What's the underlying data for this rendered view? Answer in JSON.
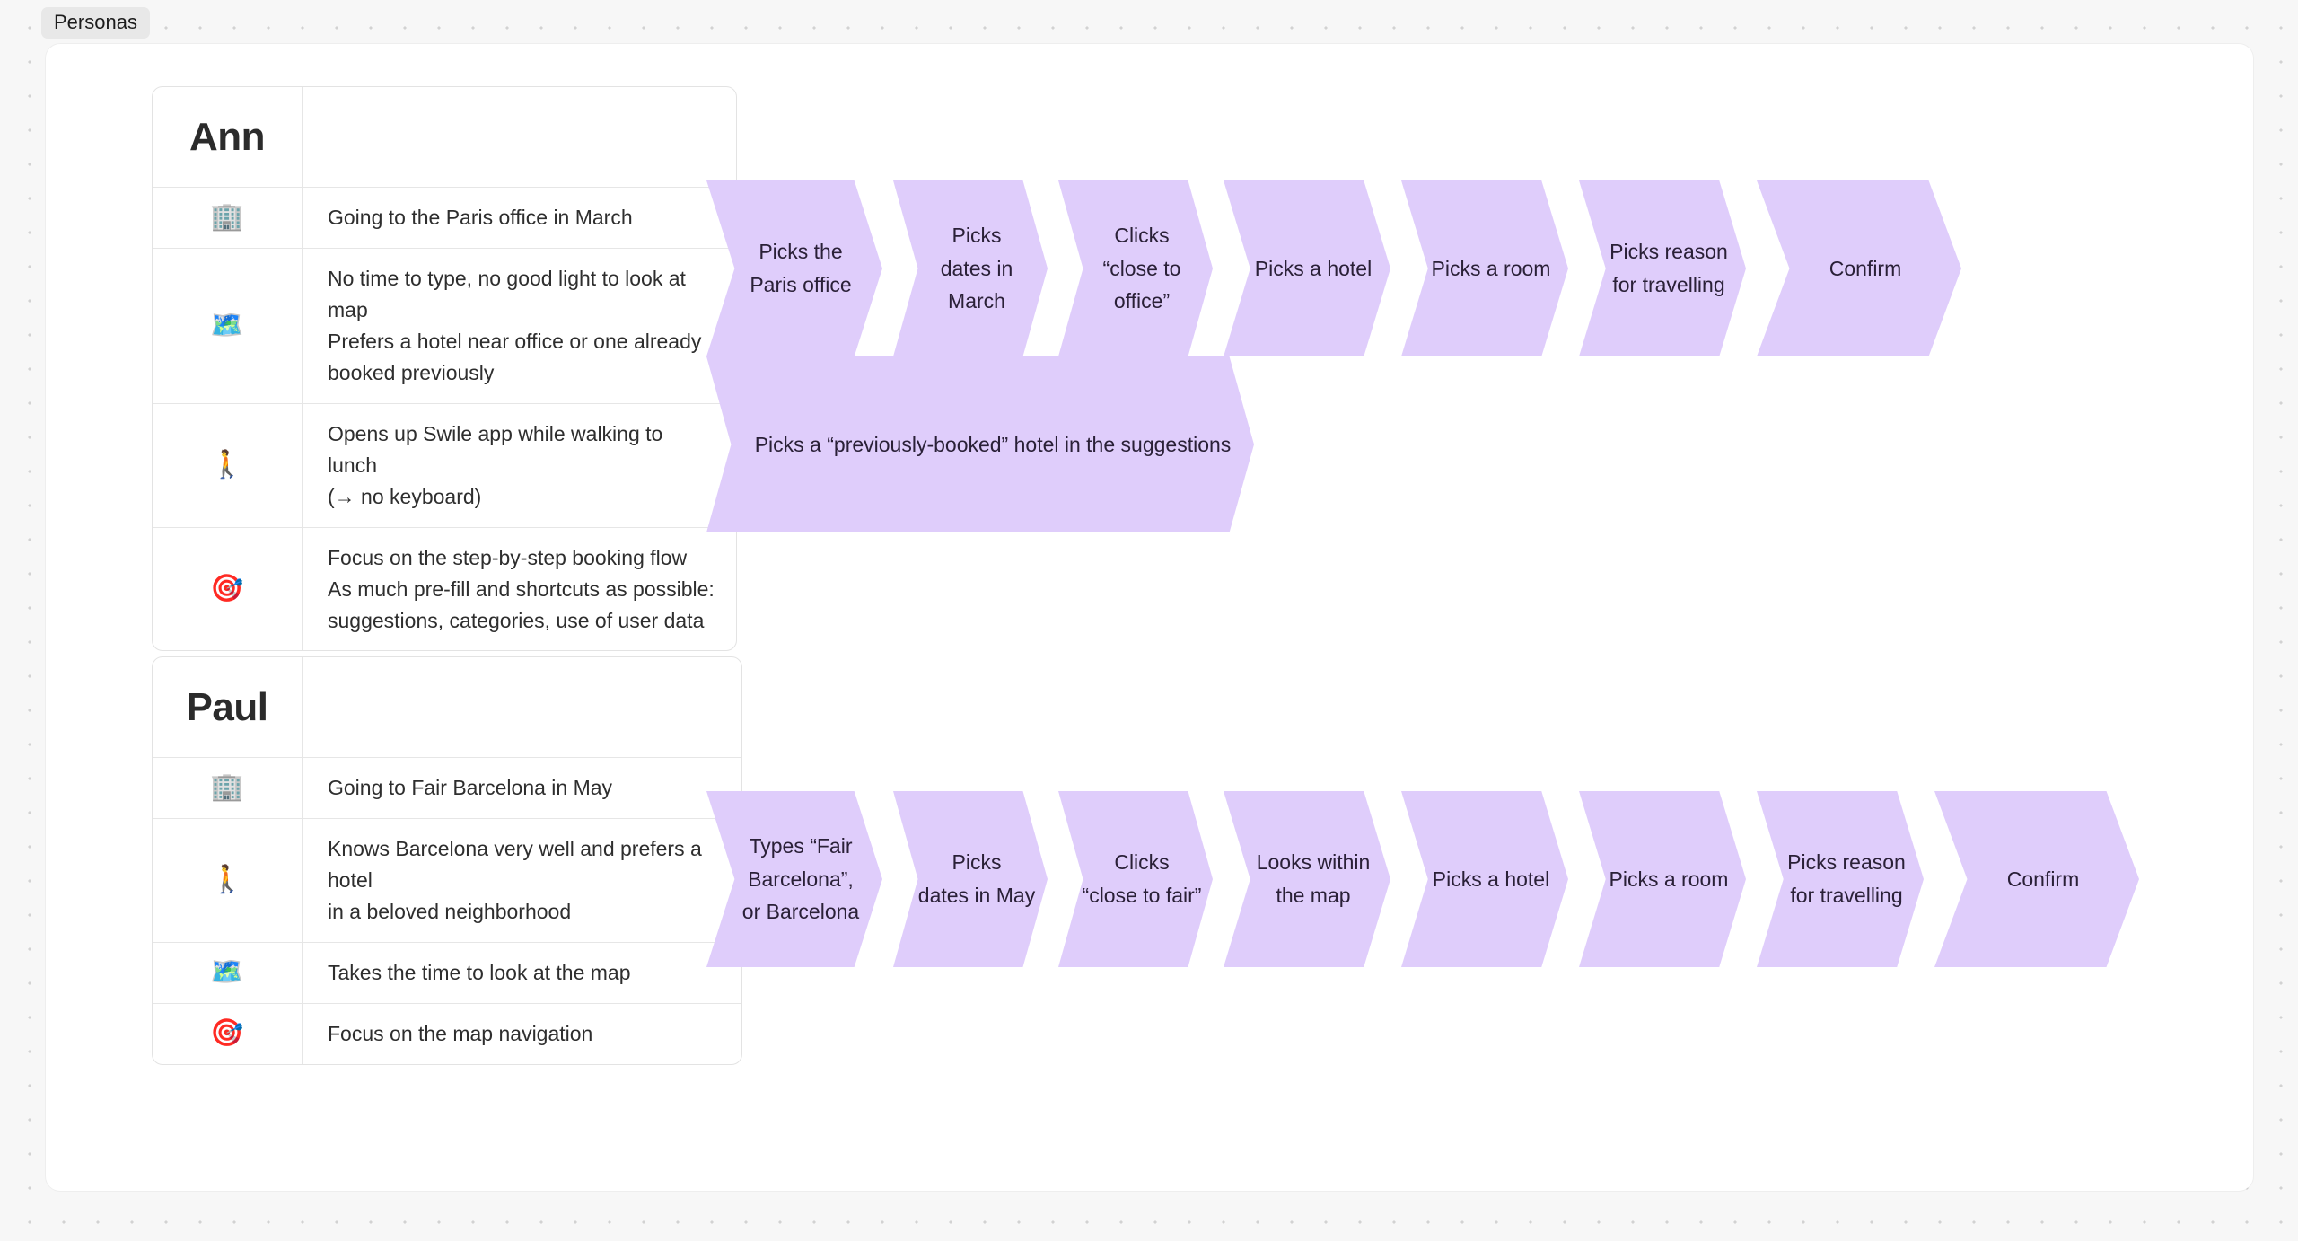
{
  "canvas": {
    "frame_tab_label": "Personas",
    "background_color": "#f7f7f7",
    "frame_color": "#ffffff",
    "chevron_color": "#DFCDFB",
    "chevron_text_color": "#2a2037"
  },
  "personas": [
    {
      "name": "Ann",
      "rows": [
        {
          "icon": "office-building-emoji",
          "glyph": "🏢",
          "text": "Going to the Paris office in March"
        },
        {
          "icon": "world-map-emoji",
          "glyph": "🗺️",
          "text": "No time to type, no good light to look at map\nPrefers a hotel near office or one already\nbooked previously"
        },
        {
          "icon": "person-walking-emoji",
          "glyph": "🚶",
          "text": "Opens up Swile app while walking to lunch\n(→ no keyboard)"
        },
        {
          "icon": "direct-hit-target-emoji",
          "glyph": "🎯",
          "text": "Focus on the step-by-step booking flow\nAs much pre-fill and shortcuts as possible:\nsuggestions, categories, use of user data"
        }
      ],
      "flows": [
        {
          "id": "ann-main-flow",
          "steps": [
            {
              "label": "Picks the\nParis office",
              "width": "w-wide"
            },
            {
              "label": "Picks\ndates in\nMarch",
              "width": "w-narrow"
            },
            {
              "label": "Clicks\n“close to\noffice”",
              "width": "w-narrow"
            },
            {
              "label": "Picks a hotel",
              "width": "w-mid"
            },
            {
              "label": "Picks a room",
              "width": "w-mid"
            },
            {
              "label": "Picks reason\nfor travelling",
              "width": "w-mid"
            },
            {
              "label": "Confirm",
              "width": "w-xwide"
            }
          ]
        },
        {
          "id": "ann-alt-flow",
          "steps": [
            {
              "label": "Picks a “previously-booked” hotel in the suggestions",
              "width": "w-long"
            }
          ]
        }
      ]
    },
    {
      "name": "Paul",
      "rows": [
        {
          "icon": "office-building-emoji",
          "glyph": "🏢",
          "text": "Going to Fair Barcelona in May"
        },
        {
          "icon": "person-walking-emoji",
          "glyph": "🚶",
          "text": "Knows Barcelona very well and prefers a hotel\nin a beloved neighborhood"
        },
        {
          "icon": "world-map-emoji",
          "glyph": "🗺️",
          "text": "Takes the time to look at the map"
        },
        {
          "icon": "direct-hit-target-emoji",
          "glyph": "🎯",
          "text": "Focus on the map navigation"
        }
      ],
      "flows": [
        {
          "id": "paul-main-flow",
          "steps": [
            {
              "label": "Types “Fair\nBarcelona”,\nor Barcelona",
              "width": "w-wide"
            },
            {
              "label": "Picks\ndates in May",
              "width": "w-narrow"
            },
            {
              "label": "Clicks\n“close to fair”",
              "width": "w-narrow"
            },
            {
              "label": "Looks within\nthe map",
              "width": "w-mid"
            },
            {
              "label": "Picks a hotel",
              "width": "w-mid"
            },
            {
              "label": "Picks a room",
              "width": "w-mid"
            },
            {
              "label": "Picks reason\nfor travelling",
              "width": "w-mid"
            },
            {
              "label": "Confirm",
              "width": "w-xwide"
            }
          ]
        }
      ]
    }
  ]
}
